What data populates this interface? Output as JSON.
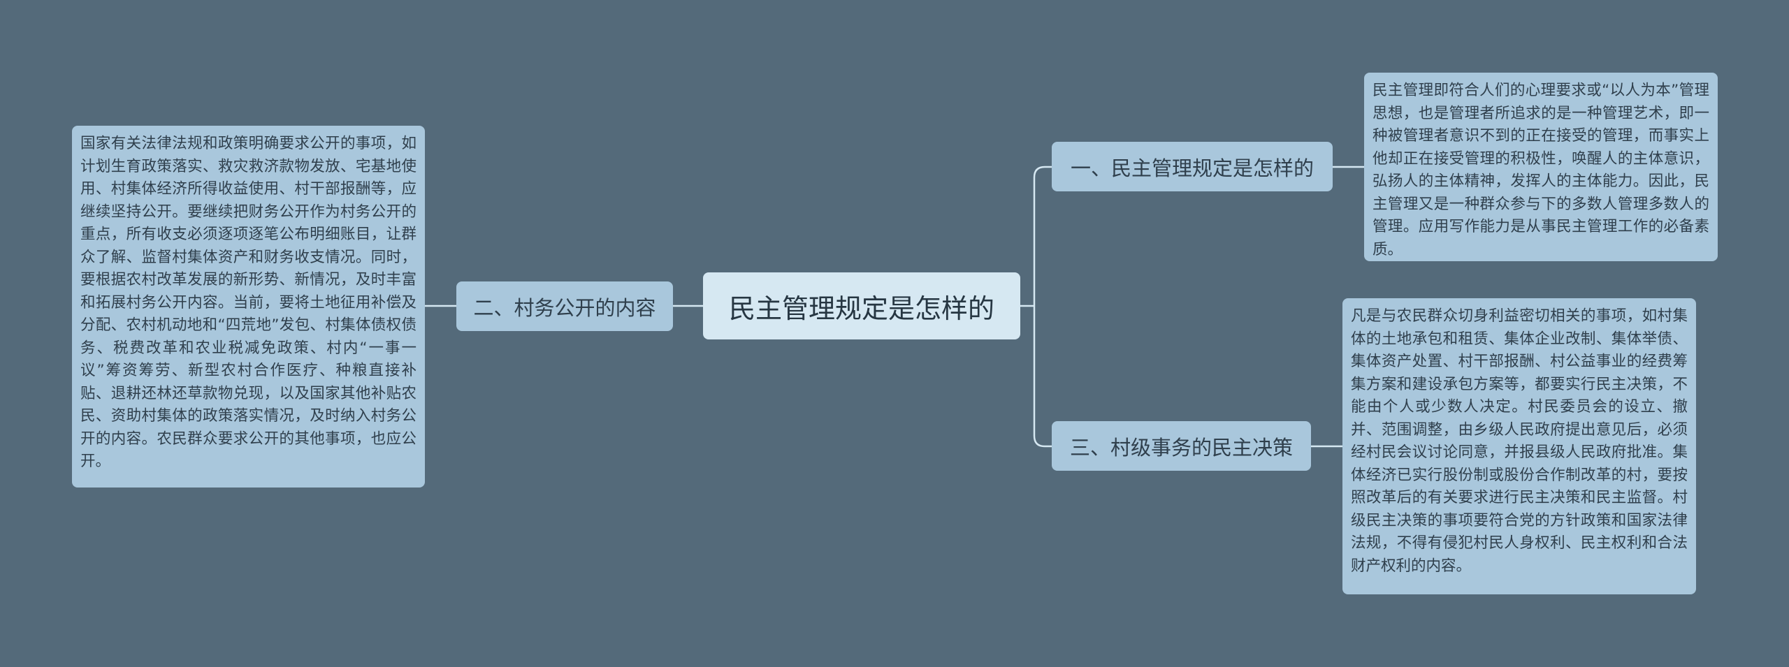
{
  "root": {
    "label": "民主管理规定是怎样的"
  },
  "branches": [
    {
      "label": "一、民主管理规定是怎样的",
      "detail": "民主管理即符合人们的心理要求或“以人为本”管理思想，也是管理者所追求的是一种管理艺术，即一种被管理者意识不到的正在接受的管理，而事实上他却正在接受管理的积极性，唤醒人的主体意识，弘扬人的主体精神，发挥人的主体能力。因此，民主管理又是一种群众参与下的多数人管理多数人的管理。应用写作能力是从事民主管理工作的必备素质。"
    },
    {
      "label": "二、村务公开的内容",
      "detail": "国家有关法律法规和政策明确要求公开的事项，如计划生育政策落实、救灾救济款物发放、宅基地使用、村集体经济所得收益使用、村干部报酬等，应继续坚持公开。要继续把财务公开作为村务公开的重点，所有收支必须逐项逐笔公布明细账目，让群众了解、监督村集体资产和财务收支情况。同时，要根据农村改革发展的新形势、新情况，及时丰富和拓展村务公开内容。当前，要将土地征用补偿及分配、农村机动地和“四荒地”发包、村集体债权债务、税费改革和农业税减免政策、村内“一事一议”筹资筹劳、新型农村合作医疗、种粮直接补贴、退耕还林还草款物兑现，以及国家其他补贴农民、资助村集体的政策落实情况，及时纳入村务公开的内容。农民群众要求公开的其他事项，也应公开。"
    },
    {
      "label": "三、村级事务的民主决策",
      "detail": "凡是与农民群众切身利益密切相关的事项，如村集体的土地承包和租赁、集体企业改制、集体举债、集体资产处置、村干部报酬、村公益事业的经费筹集方案和建设承包方案等，都要实行民主决策，不能由个人或少数人决定。村民委员会的设立、撤并、范围调整，由乡级人民政府提出意见后，必须经村民会议讨论同意，并报县级人民政府批准。集体经济已实行股份制或股份合作制改革的村，要按照改革后的有关要求进行民主决策和民主监督。村级民主决策的事项要符合党的方针政策和国家法律法规，不得有侵犯村民人身权利、民主权利和合法财产权利的内容。"
    }
  ],
  "colors": {
    "background": "#546a7a",
    "root_fill": "#d6e8f2",
    "node_fill": "#a9c7dc",
    "connector": "#d6e8f2"
  }
}
